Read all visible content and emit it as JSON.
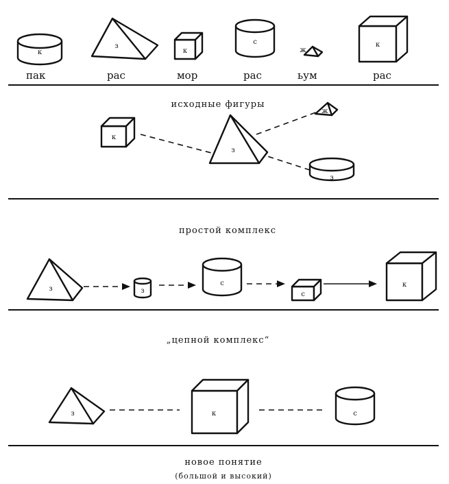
{
  "row1": {
    "figures": [
      {
        "shape": "cylinder",
        "mark": "к",
        "label": "пак"
      },
      {
        "shape": "pyramid",
        "mark": "з",
        "label": "рас"
      },
      {
        "shape": "cube",
        "mark": "к",
        "label": "мор"
      },
      {
        "shape": "cylinder",
        "mark": "с",
        "label": "рас"
      },
      {
        "shape": "pyramid",
        "mark": "ж",
        "label": "ьум"
      },
      {
        "shape": "cube",
        "mark": "к",
        "label": "рас"
      }
    ],
    "caption": "исходные фигуры"
  },
  "row2": {
    "marks": {
      "cube": "к",
      "pyramid": "з",
      "small_pyramid": "ж",
      "cylinder": "з"
    },
    "caption": "простой комплекс"
  },
  "row3": {
    "marks": {
      "pyramid": "з",
      "small_cylinder": "з",
      "cylinder": "с",
      "small_cube": "с",
      "cube": "к"
    },
    "caption": "„цепной комплекс“"
  },
  "row4": {
    "marks": {
      "pyramid": "з",
      "cube": "к",
      "cylinder": "с"
    },
    "caption": "новое понятие",
    "subcaption": "(большой и высокий)"
  }
}
